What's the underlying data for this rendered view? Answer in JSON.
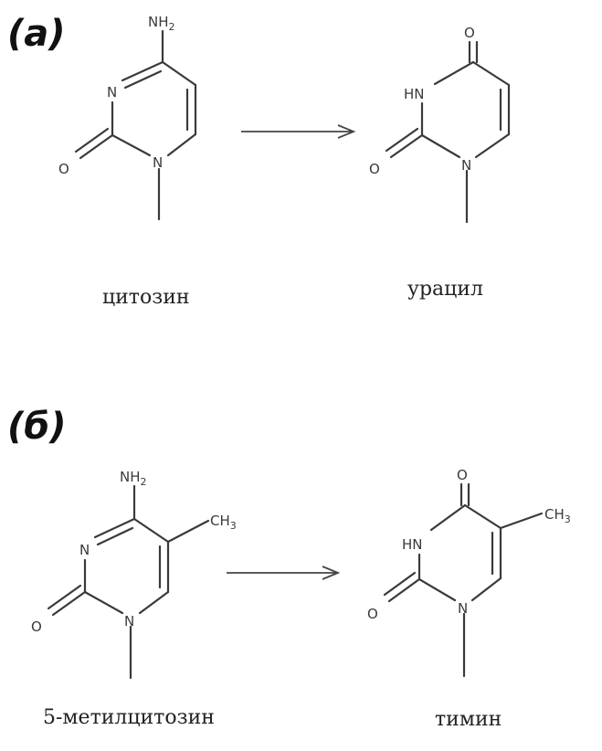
{
  "panels": {
    "a": {
      "label": "(а)",
      "left": {
        "caption": "цитозин",
        "atoms": {
          "amine": "NH",
          "amine_sub": "2",
          "n3": "N",
          "n1": "N",
          "o2": "O"
        }
      },
      "right": {
        "caption": "урацил",
        "atoms": {
          "o4": "O",
          "nh3": "HN",
          "n1": "N",
          "o2": "O"
        }
      }
    },
    "b": {
      "label": "(б)",
      "left": {
        "caption": "5-метилцитозин",
        "atoms": {
          "amine": "NH",
          "amine_sub": "2",
          "methyl": "CH",
          "methyl_sub": "3",
          "n3": "N",
          "n1": "N",
          "o2": "O"
        }
      },
      "right": {
        "caption": "тимин",
        "atoms": {
          "o4": "O",
          "methyl": "CH",
          "methyl_sub": "3",
          "nh3": "HN",
          "n1": "N",
          "o2": "O"
        }
      }
    }
  }
}
